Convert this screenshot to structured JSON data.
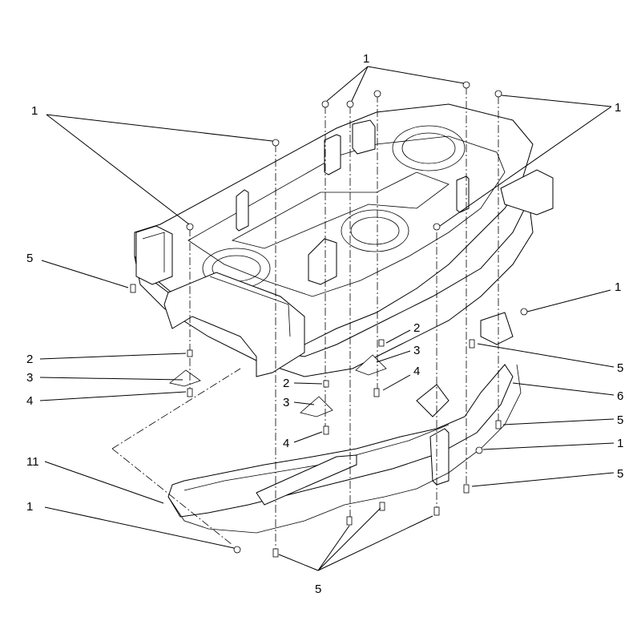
{
  "callouts": [
    {
      "id": "c1-top",
      "label": "1"
    },
    {
      "id": "c1-upper-left",
      "label": "1"
    },
    {
      "id": "c1-upper-right",
      "label": "1"
    },
    {
      "id": "c5-left",
      "label": "5"
    },
    {
      "id": "c1-right-mid",
      "label": "1"
    },
    {
      "id": "c2-center",
      "label": "2"
    },
    {
      "id": "c3-center",
      "label": "3"
    },
    {
      "id": "c4-center",
      "label": "4"
    },
    {
      "id": "c2-left",
      "label": "2"
    },
    {
      "id": "c3-left",
      "label": "3"
    },
    {
      "id": "c4-left",
      "label": "4"
    },
    {
      "id": "c2-mid",
      "label": "2"
    },
    {
      "id": "c3-mid",
      "label": "3"
    },
    {
      "id": "c4-mid",
      "label": "4"
    },
    {
      "id": "c5-right-upper",
      "label": "5"
    },
    {
      "id": "c6-right",
      "label": "6"
    },
    {
      "id": "c5-right-mid",
      "label": "5"
    },
    {
      "id": "c1-right-low",
      "label": "1"
    },
    {
      "id": "c5-right-low",
      "label": "5"
    },
    {
      "id": "c11-left",
      "label": "11"
    },
    {
      "id": "c1-lower-left",
      "label": "1"
    },
    {
      "id": "c5-bottom",
      "label": "5"
    }
  ]
}
